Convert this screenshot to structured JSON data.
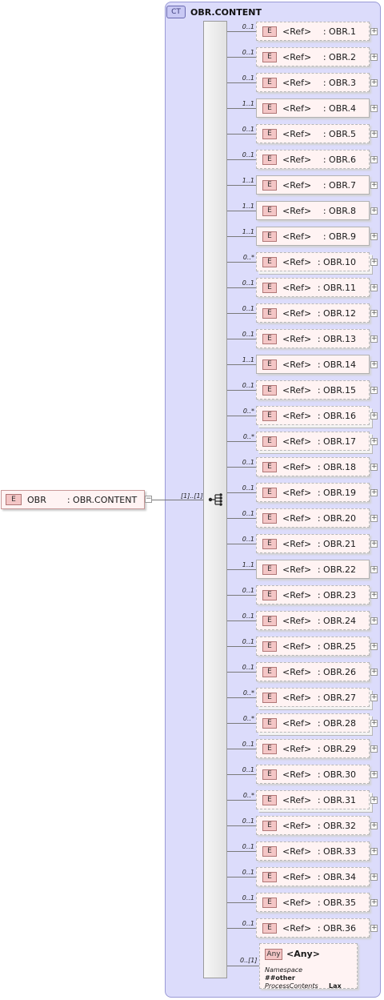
{
  "complex_type": {
    "badge": "CT",
    "title": "OBR.CONTENT"
  },
  "root": {
    "badge": "E",
    "name": "OBR",
    "type": ": OBR.CONTENT",
    "cardinality": "[1]..[1]",
    "toggle": "−"
  },
  "element_badge": "E",
  "plus_sign": "+",
  "elements": [
    {
      "card": "0..1",
      "ref": "<Ref>",
      "type": ": OBR.1"
    },
    {
      "card": "0..1",
      "ref": "<Ref>",
      "type": ": OBR.2"
    },
    {
      "card": "0..1",
      "ref": "<Ref>",
      "type": ": OBR.3"
    },
    {
      "card": "1..1",
      "ref": "<Ref>",
      "type": ": OBR.4"
    },
    {
      "card": "0..1",
      "ref": "<Ref>",
      "type": ": OBR.5"
    },
    {
      "card": "0..1",
      "ref": "<Ref>",
      "type": ": OBR.6"
    },
    {
      "card": "1..1",
      "ref": "<Ref>",
      "type": ": OBR.7"
    },
    {
      "card": "1..1",
      "ref": "<Ref>",
      "type": ": OBR.8"
    },
    {
      "card": "1..1",
      "ref": "<Ref>",
      "type": ": OBR.9"
    },
    {
      "card": "0..*",
      "ref": "<Ref>",
      "type": ": OBR.10"
    },
    {
      "card": "0..1",
      "ref": "<Ref>",
      "type": ": OBR.11"
    },
    {
      "card": "0..1",
      "ref": "<Ref>",
      "type": ": OBR.12"
    },
    {
      "card": "0..1",
      "ref": "<Ref>",
      "type": ": OBR.13"
    },
    {
      "card": "1..1",
      "ref": "<Ref>",
      "type": ": OBR.14"
    },
    {
      "card": "0..1",
      "ref": "<Ref>",
      "type": ": OBR.15"
    },
    {
      "card": "0..*",
      "ref": "<Ref>",
      "type": ": OBR.16"
    },
    {
      "card": "0..*",
      "ref": "<Ref>",
      "type": ": OBR.17"
    },
    {
      "card": "0..1",
      "ref": "<Ref>",
      "type": ": OBR.18"
    },
    {
      "card": "0..1",
      "ref": "<Ref>",
      "type": ": OBR.19"
    },
    {
      "card": "0..1",
      "ref": "<Ref>",
      "type": ": OBR.20"
    },
    {
      "card": "0..1",
      "ref": "<Ref>",
      "type": ": OBR.21"
    },
    {
      "card": "1..1",
      "ref": "<Ref>",
      "type": ": OBR.22"
    },
    {
      "card": "0..1",
      "ref": "<Ref>",
      "type": ": OBR.23"
    },
    {
      "card": "0..1",
      "ref": "<Ref>",
      "type": ": OBR.24"
    },
    {
      "card": "0..1",
      "ref": "<Ref>",
      "type": ": OBR.25"
    },
    {
      "card": "0..1",
      "ref": "<Ref>",
      "type": ": OBR.26"
    },
    {
      "card": "0..*",
      "ref": "<Ref>",
      "type": ": OBR.27"
    },
    {
      "card": "0..*",
      "ref": "<Ref>",
      "type": ": OBR.28"
    },
    {
      "card": "0..1",
      "ref": "<Ref>",
      "type": ": OBR.29"
    },
    {
      "card": "0..1",
      "ref": "<Ref>",
      "type": ": OBR.30"
    },
    {
      "card": "0..*",
      "ref": "<Ref>",
      "type": ": OBR.31"
    },
    {
      "card": "0..1",
      "ref": "<Ref>",
      "type": ": OBR.32"
    },
    {
      "card": "0..1",
      "ref": "<Ref>",
      "type": ": OBR.33"
    },
    {
      "card": "0..1",
      "ref": "<Ref>",
      "type": ": OBR.34"
    },
    {
      "card": "0..1",
      "ref": "<Ref>",
      "type": ": OBR.35"
    },
    {
      "card": "0..1",
      "ref": "<Ref>",
      "type": ": OBR.36"
    }
  ],
  "any": {
    "badge": "Any",
    "label": "<Any>",
    "card": "0..[1]",
    "namespace_key": "Namespace",
    "namespace_value": "##other",
    "process_key": "ProcessContents",
    "process_value": "Lax"
  }
}
